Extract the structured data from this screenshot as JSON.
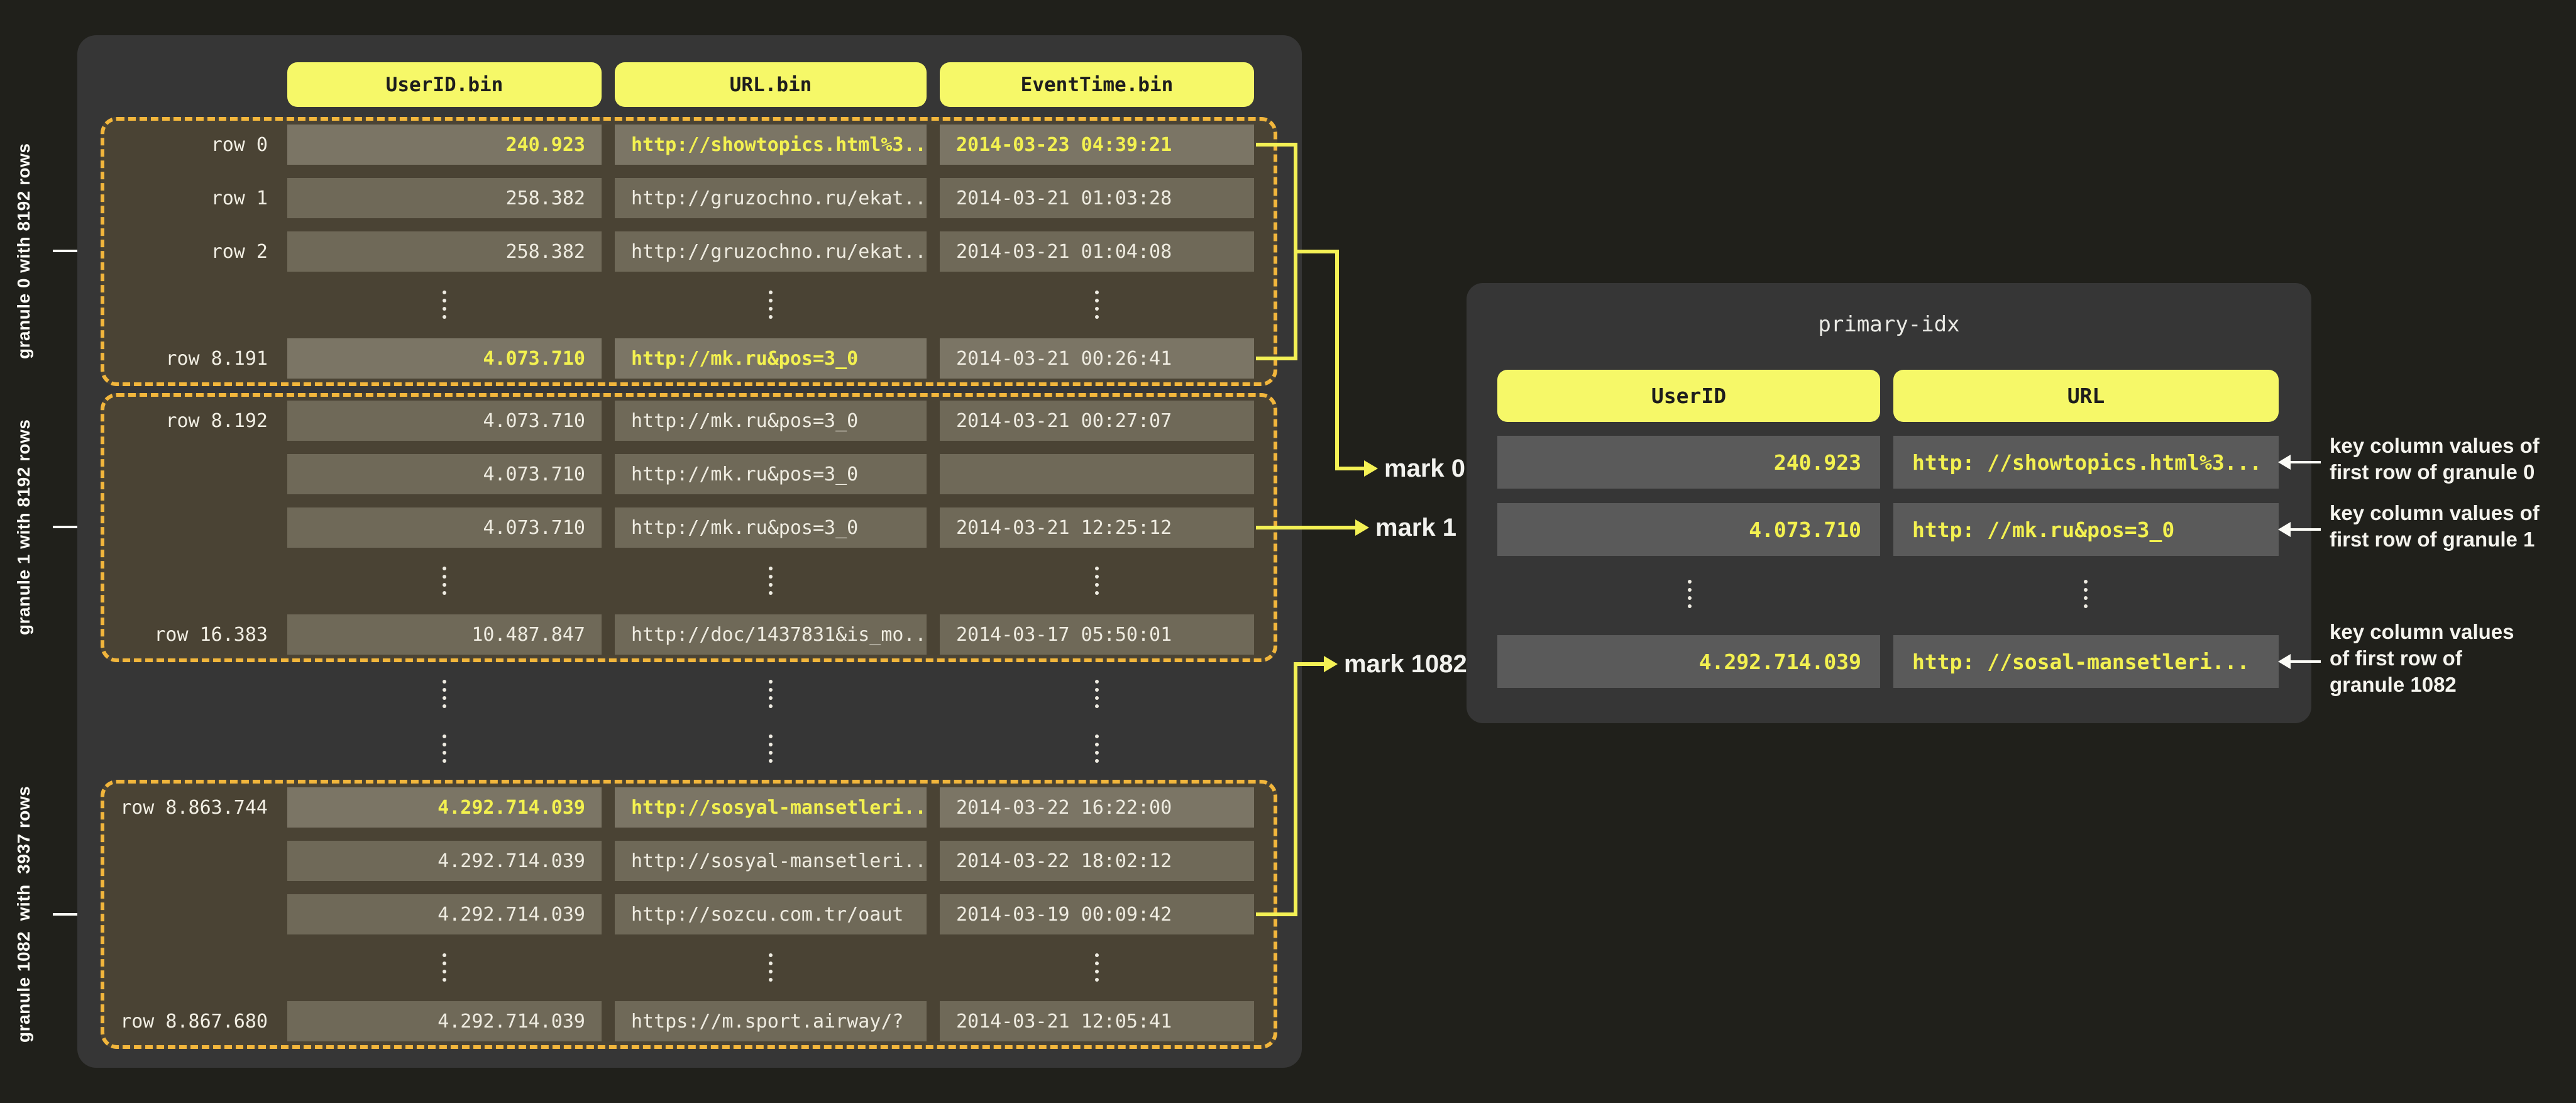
{
  "colors": {
    "page_bg": "#20201b",
    "panel_bg": "#363636",
    "granule_bg": "#4a4334",
    "dash_border": "#f2b63c",
    "pill_yellow": "#f6f868",
    "yellow_text": "#f3f150",
    "connector_yellow": "#f4f155",
    "cell_bg": "#6f6958",
    "cell_bg_highlight": "#7b7565",
    "index_cell_bg": "#5a5a5a"
  },
  "left_table": {
    "headers": [
      "UserID.bin",
      "URL.bin",
      "EventTime.bin"
    ],
    "granules": [
      {
        "side_label": "granule 0 with 8192 rows",
        "rows": [
          {
            "row_label": "row 0",
            "user_id": "240.923",
            "url": "http://showtopics.html%3...",
            "event_time": "2014-03-23 04:39:21"
          },
          {
            "row_label": "row 1",
            "user_id": "258.382",
            "url": "http://gruzochno.ru/ekat...",
            "event_time": "2014-03-21 01:03:28"
          },
          {
            "row_label": "row 2",
            "user_id": "258.382",
            "url": "http://gruzochno.ru/ekat...",
            "event_time": "2014-03-21 01:04:08"
          },
          {
            "row_label": "row 8.191",
            "user_id": "4.073.710",
            "url": "http://mk.ru&pos=3_0",
            "event_time": "2014-03-21 00:26:41"
          }
        ]
      },
      {
        "side_label": "granule 1 with 8192 rows",
        "rows": [
          {
            "row_label": "row 8.192",
            "user_id": "4.073.710",
            "url": "http://mk.ru&pos=3_0",
            "event_time": "2014-03-21 00:27:07"
          },
          {
            "row_label": "",
            "user_id": "4.073.710",
            "url": "http://mk.ru&pos=3_0",
            "event_time": ""
          },
          {
            "row_label": "",
            "user_id": "4.073.710",
            "url": "http://mk.ru&pos=3_0",
            "event_time": "2014-03-21 12:25:12"
          },
          {
            "row_label": "row 16.383",
            "user_id": "10.487.847",
            "url": "http://doc/1437831&is_mo...",
            "event_time": "2014-03-17 05:50:01"
          }
        ]
      },
      {
        "side_label": "granule 1082  with  3937 rows",
        "rows": [
          {
            "row_label": "row 8.863.744",
            "user_id": "4.292.714.039",
            "url": "http://sosyal-mansetleri...",
            "event_time": "2014-03-22 16:22:00"
          },
          {
            "row_label": "",
            "user_id": "4.292.714.039",
            "url": "http://sosyal-mansetleri...",
            "event_time": "2014-03-22 18:02:12"
          },
          {
            "row_label": "",
            "user_id": "4.292.714.039",
            "url": "http://sozcu.com.tr/oaut",
            "event_time": "2014-03-19 00:09:42"
          },
          {
            "row_label": "row 8.867.680",
            "user_id": "4.292.714.039",
            "url": "https://m.sport.airway/?",
            "event_time": "2014-03-21 12:05:41"
          }
        ]
      }
    ]
  },
  "marks": [
    {
      "label": "mark 0"
    },
    {
      "label": "mark 1"
    },
    {
      "label": "mark 1082"
    }
  ],
  "primary_index": {
    "title": "primary-idx",
    "headers": [
      "UserID",
      "URL"
    ],
    "rows": [
      {
        "user_id": "240.923",
        "url": "http: //showtopics.html%3..."
      },
      {
        "user_id": "4.073.710",
        "url": "http: //mk.ru&pos=3_0"
      },
      {
        "user_id": "4.292.714.039",
        "url": "http: //sosal-mansetleri..."
      }
    ],
    "annotations": [
      "key column values of\nfirst row of granule 0",
      "key column values of\nfirst row of granule 1",
      "key column values\nof first row of\ngranule 1082"
    ]
  }
}
